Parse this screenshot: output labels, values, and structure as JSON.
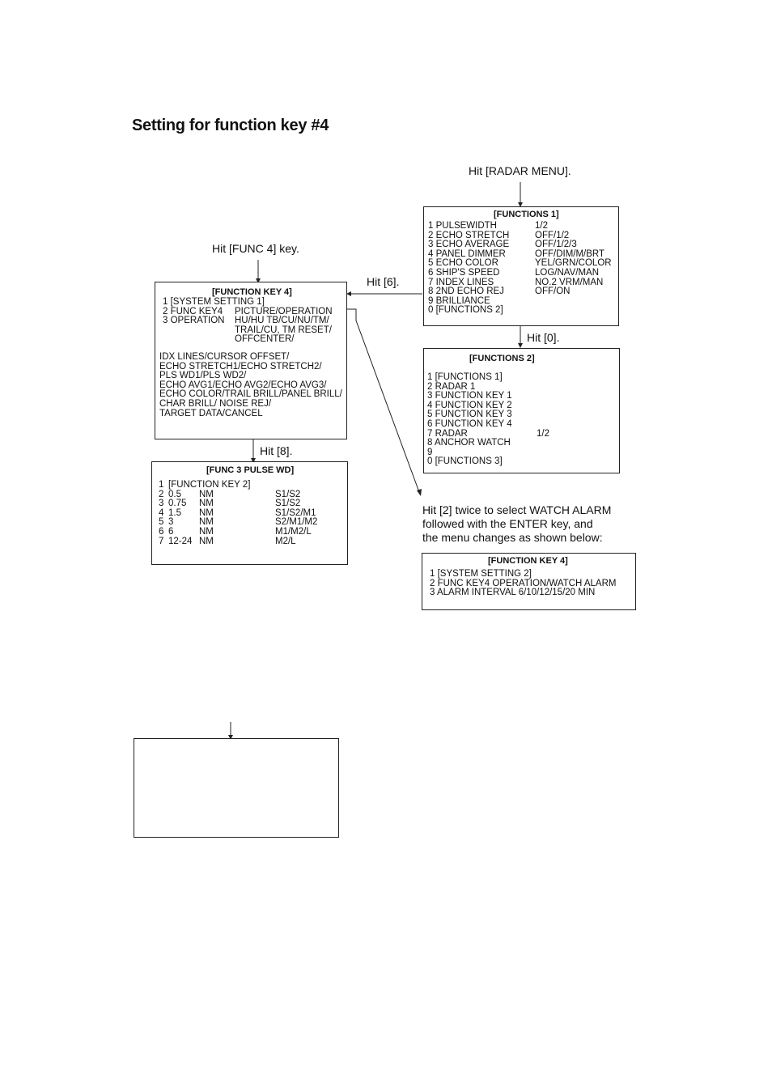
{
  "page": {
    "title": "Setting for function key #4"
  },
  "notes": {
    "hit_radar_menu": "Hit [RADAR MENU].",
    "hit_func4": "Hit [FUNC 4] key.",
    "hit_6": "Hit [6].",
    "hit_0": "Hit [0].",
    "hit_8": "Hit [8].",
    "hit_2_line1": "Hit [2] twice to select WATCH ALARM",
    "hit_2_line2": "followed with the ENTER key, and",
    "hit_2_line3": "the menu changes as shown below:"
  },
  "functions1": {
    "title": "[FUNCTIONS 1]",
    "items": [
      {
        "label": "1  PULSEWIDTH",
        "value": "1/2"
      },
      {
        "label": "2  ECHO STRETCH",
        "value": "OFF/1/2"
      },
      {
        "label": "3  ECHO AVERAGE",
        "value": "OFF/1/2/3"
      },
      {
        "label": "4  PANEL DIMMER",
        "value": "OFF/DIM/M/BRT"
      },
      {
        "label": "5  ECHO COLOR",
        "value": "YEL/GRN/COLOR"
      },
      {
        "label": "6  SHIP'S SPEED",
        "value": "LOG/NAV/MAN"
      },
      {
        "label": "7  INDEX LINES",
        "value": "NO.2 VRM/MAN"
      },
      {
        "label": "8  2ND ECHO REJ",
        "value": "OFF/ON"
      },
      {
        "label": "9  BRILLIANCE",
        "value": ""
      },
      {
        "label": "0  [FUNCTIONS 2]",
        "value": ""
      }
    ]
  },
  "function_key4": {
    "title": "[FUNCTION KEY 4]",
    "items": [
      {
        "label": "1  [SYSTEM SETTING 1]",
        "value": ""
      },
      {
        "label": "2  FUNC KEY4",
        "value": "PICTURE/OPERATION"
      },
      {
        "label": "3  OPERATION",
        "value": "HU/HU TB/CU/NU/TM/"
      },
      {
        "label": "",
        "value": "TRAIL/CU, TM RESET/"
      },
      {
        "label": "",
        "value": "OFFCENTER/"
      }
    ],
    "options": [
      "IDX LINES/CURSOR OFFSET/",
      "ECHO STRETCH1/ECHO STRETCH2/",
      "PLS WD1/PLS WD2/",
      "ECHO AVG1/ECHO AVG2/ECHO AVG3/",
      "ECHO COLOR/TRAIL BRILL/PANEL BRILL/",
      "CHAR BRILL/ NOISE REJ/",
      "TARGET DATA/CANCEL"
    ]
  },
  "functions2": {
    "title": "[FUNCTIONS 2]",
    "items": [
      {
        "label": "1  [FUNCTIONS 1]",
        "value": ""
      },
      {
        "label": "2  RADAR 1",
        "value": ""
      },
      {
        "label": "3  FUNCTION KEY 1",
        "value": ""
      },
      {
        "label": "4  FUNCTION KEY 2",
        "value": ""
      },
      {
        "label": "5  FUNCTION KEY 3",
        "value": ""
      },
      {
        "label": "6  FUNCTION KEY 4",
        "value": ""
      },
      {
        "label": "7  RADAR",
        "value": "1/2"
      },
      {
        "label": "8  ANCHOR WATCH",
        "value": ""
      },
      {
        "label": "9",
        "value": ""
      },
      {
        "label": "0  [FUNCTIONS 3]",
        "value": ""
      }
    ]
  },
  "func3_pulse": {
    "title": "[FUNC 3 PULSE WD]",
    "items": [
      {
        "num": "1",
        "range": "[FUNCTION KEY 2]",
        "unit": "",
        "value": ""
      },
      {
        "num": "2",
        "range": "0.5",
        "unit": "NM",
        "value": "S1/S2"
      },
      {
        "num": "3",
        "range": "0.75",
        "unit": "NM",
        "value": "S1/S2"
      },
      {
        "num": "4",
        "range": "1.5",
        "unit": "NM",
        "value": "S1/S2/M1"
      },
      {
        "num": "5",
        "range": "3",
        "unit": "NM",
        "value": "S2/M1/M2"
      },
      {
        "num": "6",
        "range": "6",
        "unit": "NM",
        "value": "M1/M2/L"
      },
      {
        "num": "7",
        "range": "12-24",
        "unit": "NM",
        "value": "M2/L"
      }
    ]
  },
  "function_key4_alarm": {
    "title": "[FUNCTION KEY 4]",
    "items": [
      "1  [SYSTEM SETTING 2]",
      "2  FUNC KEY4   OPERATION/WATCH ALARM",
      "3  ALARM INTERVAL  6/10/12/15/20 MIN"
    ]
  }
}
